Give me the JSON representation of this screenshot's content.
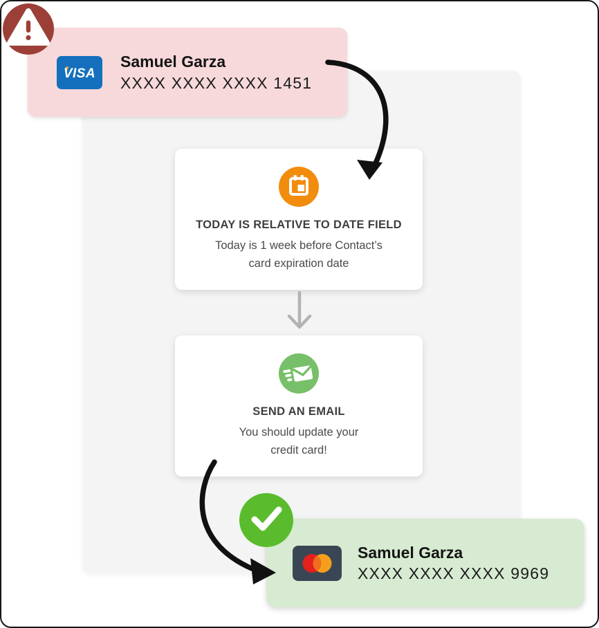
{
  "cards": {
    "old": {
      "holder": "Samuel Garza",
      "number": "XXXX XXXX XXXX 1451",
      "brand": "VISA",
      "status_icon": "warning-triangle"
    },
    "new": {
      "holder": "Samuel Garza",
      "number": "XXXX XXXX XXXX 9969",
      "brand": "Mastercard",
      "status_icon": "check-mark"
    }
  },
  "nodes": {
    "trigger": {
      "icon": "calendar-icon",
      "title": "TODAY IS RELATIVE TO DATE FIELD",
      "description": "Today is 1 week before Contact’s card expiration date"
    },
    "action": {
      "icon": "email-icon",
      "title": "SEND AN EMAIL",
      "description": "You should update your credit card!"
    }
  },
  "colors": {
    "alert_red": "#9C4037",
    "pink_card": "#F7D9DB",
    "panel_gray": "#F4F4F4",
    "visa_blue": "#1470BD",
    "orange_icon": "#F28C0D",
    "green_icon": "#77BF68",
    "check_green": "#5ABC2D",
    "green_card": "#D6EBD1",
    "mc_navy": "#394754",
    "arrow_black": "#111111",
    "connector_gray": "#B3B3B3"
  }
}
